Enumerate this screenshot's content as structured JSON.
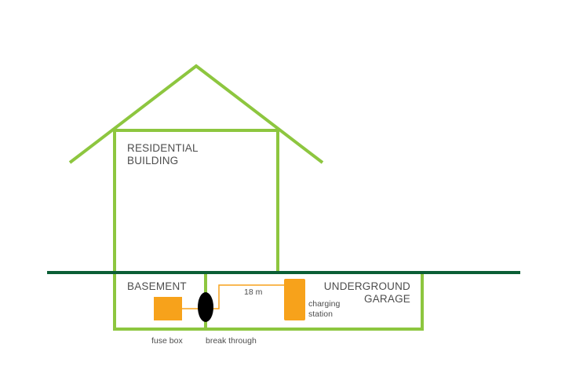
{
  "labels": {
    "residential_line1": "RESIDENTIAL",
    "residential_line2": "BUILDING",
    "basement": "BASEMENT",
    "garage_line1": "UNDERGROUND",
    "garage_line2": "GARAGE",
    "fuse_box": "fuse box",
    "break_through": "break through",
    "distance": "18 m",
    "charging_line1": "charging",
    "charging_line2": "station"
  },
  "colors": {
    "building_outline": "#8dc63f",
    "ground_line": "#0b5e35",
    "equipment": "#f7a21b",
    "cable": "#f7a21b",
    "wall_opening": "#000000",
    "label_text": "#4d4d4d"
  }
}
